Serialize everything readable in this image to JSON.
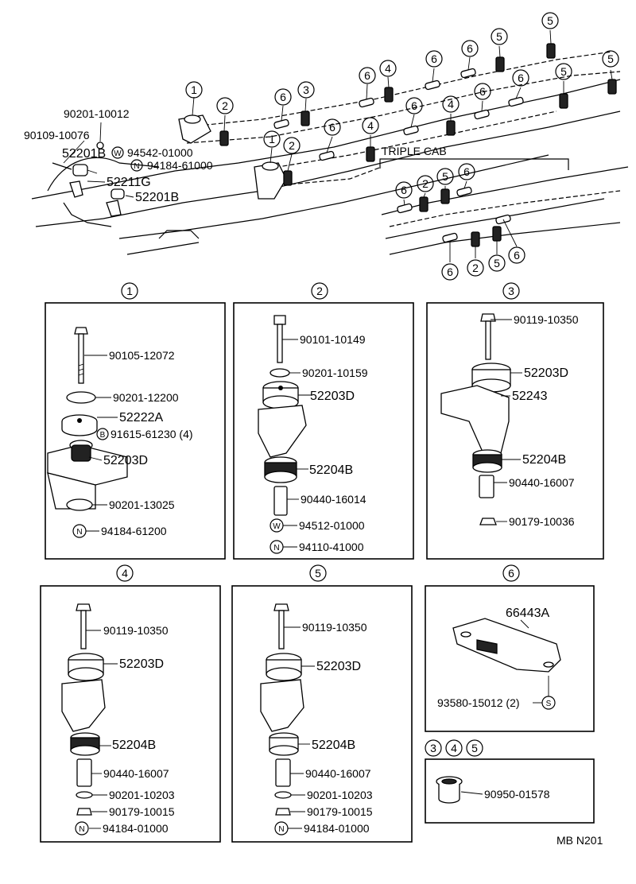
{
  "overview": {
    "labels": {
      "l90201_10012": "90201-10012",
      "l90109_10076": "90109-10076",
      "l52201B_a": "52201B",
      "l94542": "94542-01000",
      "l94184_61000": "94184-61000",
      "l52211G": "52211G",
      "l52201B_b": "52201B",
      "triple_cab": "TRIPLE CAB",
      "w_sym": "W",
      "n_sym": "N"
    },
    "callouts": [
      "1",
      "2",
      "3",
      "4",
      "5",
      "6"
    ]
  },
  "panels": {
    "p1": {
      "num": "1",
      "parts": [
        "90105-12072",
        "90201-12200",
        "52222A",
        "91615-61230 (4)",
        "52203D",
        "90201-13025",
        "94184-61200"
      ],
      "syms": {
        "b": "B",
        "n": "N"
      }
    },
    "p2": {
      "num": "2",
      "parts": [
        "90101-10149",
        "90201-10159",
        "52203D",
        "52204B",
        "90440-16014",
        "94512-01000",
        "94110-41000"
      ],
      "syms": {
        "w": "W",
        "n": "N"
      }
    },
    "p3": {
      "num": "3",
      "parts": [
        "90119-10350",
        "52203D",
        "52243",
        "52204B",
        "90440-16007",
        "90179-10036"
      ]
    },
    "p4": {
      "num": "4",
      "parts": [
        "90119-10350",
        "52203D",
        "52204B",
        "90440-16007",
        "90201-10203",
        "90179-10015",
        "94184-01000"
      ],
      "syms": {
        "n": "N"
      }
    },
    "p5": {
      "num": "5",
      "parts": [
        "90119-10350",
        "52203D",
        "52204B",
        "90440-16007",
        "90201-10203",
        "90179-10015",
        "94184-01000"
      ],
      "syms": {
        "n": "N"
      }
    },
    "p6": {
      "num": "6",
      "parts": [
        "66443A",
        "93580-15012 (2)"
      ],
      "syms": {
        "s": "S"
      }
    },
    "p345": {
      "nums": [
        "3",
        "4",
        "5"
      ],
      "parts": [
        "90950-01578"
      ]
    }
  },
  "footer_code": "MB N201"
}
